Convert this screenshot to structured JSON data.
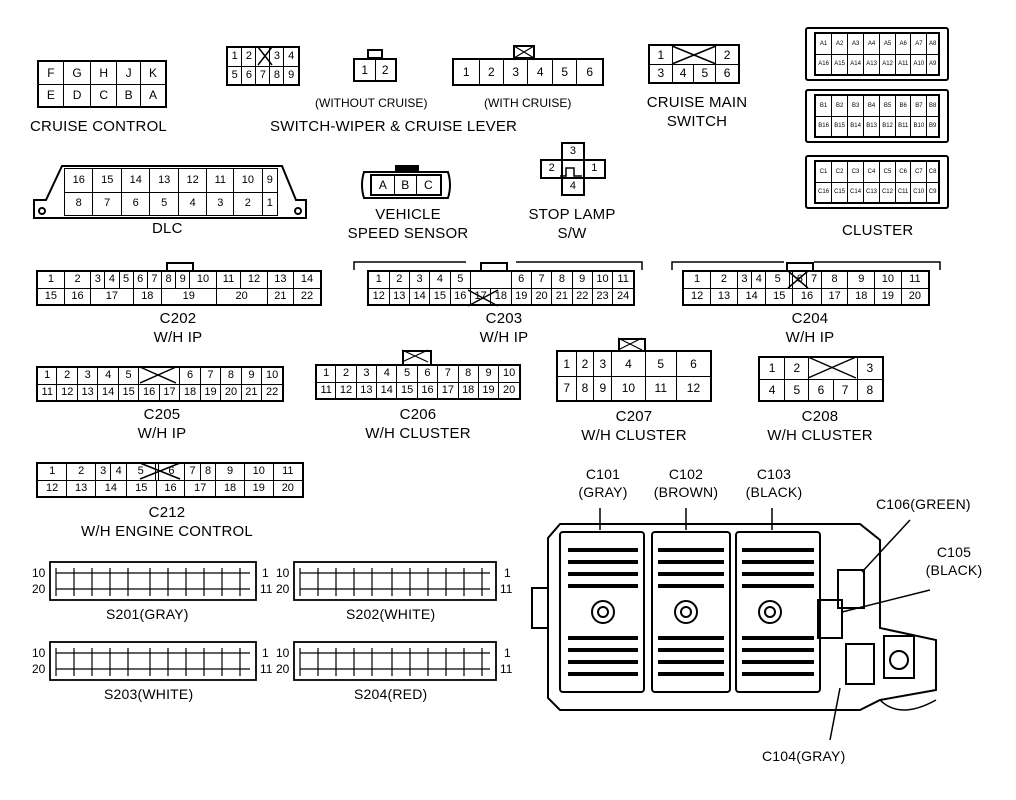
{
  "labels": {
    "cruise_control": "CRUISE CONTROL",
    "switch_wiper": "SWITCH-WIPER & CRUISE LEVER",
    "without_cruise": "(WITHOUT CRUISE)",
    "with_cruise": "(WITH CRUISE)",
    "cruise_main_1": "CRUISE MAIN",
    "cruise_main_2": "SWITCH",
    "cluster": "CLUSTER",
    "dlc": "DLC",
    "vss_1": "VEHICLE",
    "vss_2": "SPEED SENSOR",
    "stop_1": "STOP LAMP",
    "stop_2": "S/W",
    "c202_1": "C202",
    "c202_2": "W/H IP",
    "c203_1": "C203",
    "c203_2": "W/H IP",
    "c204_1": "C204",
    "c204_2": "W/H IP",
    "c205_1": "C205",
    "c205_2": "W/H IP",
    "c206_1": "C206",
    "c206_2": "W/H CLUSTER",
    "c207_1": "C207",
    "c207_2": "W/H CLUSTER",
    "c208_1": "C208",
    "c208_2": "W/H CLUSTER",
    "c212_1": "C212",
    "c212_2": "W/H ENGINE CONTROL",
    "s201": "S201(GRAY)",
    "s202": "S202(WHITE)",
    "s203": "S203(WHITE)",
    "s204": "S204(RED)",
    "c101_1": "C101",
    "c101_2": "(GRAY)",
    "c102_1": "C102",
    "c102_2": "(BROWN)",
    "c103_1": "C103",
    "c103_2": "(BLACK)",
    "c106": "C106(GREEN)",
    "c105_1": "C105",
    "c105_2": "(BLACK)",
    "c104": "C104(GRAY)",
    "s_10": "10",
    "s_20": "20",
    "s_1": "1",
    "s_11": "11"
  },
  "pins": {
    "cruise_control": [
      [
        "F",
        "G",
        "H",
        "J",
        "K"
      ],
      [
        "E",
        "D",
        "C",
        "B",
        "A"
      ]
    ],
    "wiper_main": [
      [
        "1",
        "2",
        "",
        "3",
        "4"
      ],
      [
        "5",
        "6",
        "7",
        "8",
        "9"
      ]
    ],
    "without_cruise": [
      [
        "1",
        "2"
      ]
    ],
    "with_cruise": [
      [
        "1",
        "2",
        "3",
        "4",
        "5",
        "6"
      ]
    ],
    "cruise_main_switch": [
      [
        "1",
        "",
        "2"
      ],
      [
        "3",
        "4",
        "5",
        "6"
      ]
    ],
    "vss": [
      [
        "A",
        "B",
        "C"
      ]
    ],
    "stop_lamp": [
      "3",
      "2",
      "1",
      "4"
    ],
    "dlc": [
      [
        "16",
        "15",
        "14",
        "13",
        "12",
        "11",
        "10",
        "9"
      ],
      [
        "8",
        "7",
        "6",
        "5",
        "4",
        "3",
        "2",
        "1"
      ]
    ],
    "cluster_a": [
      [
        "A1",
        "A2",
        "A3",
        "A4",
        "A5",
        "A6",
        "A7",
        "A8"
      ],
      [
        "A16",
        "A15",
        "A14",
        "A13",
        "A12",
        "A11",
        "A10",
        "A9"
      ]
    ],
    "cluster_b": [
      [
        "B1",
        "B2",
        "B3",
        "B4",
        "B5",
        "B6",
        "B7",
        "B8"
      ],
      [
        "B16",
        "B15",
        "B14",
        "B13",
        "B12",
        "B11",
        "B10",
        "B9"
      ]
    ],
    "cluster_c": [
      [
        "C1",
        "C2",
        "C3",
        "C4",
        "C5",
        "C6",
        "C7",
        "C8"
      ],
      [
        "C16",
        "C15",
        "C14",
        "C13",
        "C12",
        "C11",
        "C10",
        "C9"
      ]
    ],
    "c202_top": [
      "1",
      "2",
      "3",
      "4",
      "5",
      "6",
      "7",
      "8",
      "9",
      "10",
      "11",
      "12",
      "13",
      "14"
    ],
    "c202_bot": [
      "15",
      "16",
      "17",
      "18",
      "19",
      "20",
      "21",
      "22"
    ],
    "c203_top": [
      "1",
      "2",
      "3",
      "4",
      "5",
      "",
      "6",
      "7",
      "8",
      "9",
      "10",
      "11"
    ],
    "c203_bot": [
      "12",
      "13",
      "14",
      "15",
      "16",
      "17",
      "18",
      "19",
      "20",
      "21",
      "22",
      "23",
      "24"
    ],
    "c204_top": [
      "1",
      "2",
      "3",
      "4",
      "5",
      "",
      "6",
      "7",
      "8",
      "9",
      "10",
      "11"
    ],
    "c204_bot": [
      "12",
      "13",
      "14",
      "15",
      "16",
      "17",
      "18",
      "19",
      "20"
    ],
    "c205_top": [
      "1",
      "2",
      "3",
      "4",
      "5",
      "",
      "6",
      "7",
      "8",
      "9",
      "10"
    ],
    "c205_bot": [
      "11",
      "12",
      "13",
      "14",
      "15",
      "16",
      "17",
      "18",
      "19",
      "20",
      "21",
      "22"
    ],
    "c206_top": [
      "1",
      "2",
      "3",
      "4",
      "5",
      "6",
      "7",
      "8",
      "9",
      "10"
    ],
    "c206_bot": [
      "11",
      "12",
      "13",
      "14",
      "15",
      "16",
      "17",
      "18",
      "19",
      "20"
    ],
    "c207_top": [
      "1",
      "2",
      "3",
      "4",
      "5",
      "6"
    ],
    "c207_bot": [
      "7",
      "8",
      "9",
      "10",
      "11",
      "12"
    ],
    "c208_top": [
      "1",
      "2",
      "",
      "3"
    ],
    "c208_bot": [
      "4",
      "5",
      "6",
      "7",
      "8"
    ],
    "c212_top": [
      "1",
      "2",
      "3",
      "4",
      "5",
      "",
      "6",
      "7",
      "8",
      "9",
      "10",
      "11"
    ],
    "c212_bot": [
      "12",
      "13",
      "14",
      "15",
      "16",
      "17",
      "18",
      "19",
      "20"
    ]
  }
}
